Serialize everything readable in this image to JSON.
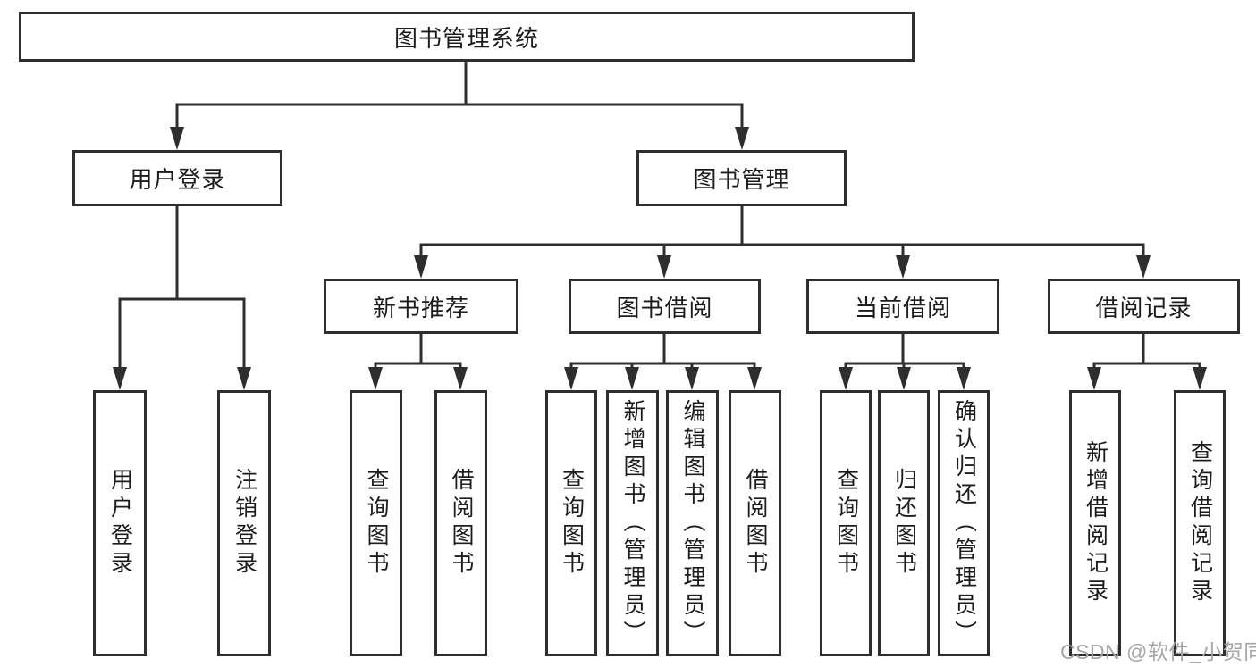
{
  "diagram_title": "图书管理系统",
  "nodes": {
    "root": "图书管理系统",
    "user_login": "用户登录",
    "book_mgmt": "图书管理",
    "new_book_rec": "新书推荐",
    "book_borrow": "图书借阅",
    "current_borrow": "当前借阅",
    "borrow_record": "借阅记录",
    "leaf_user_login": "用户登录",
    "leaf_logout": "注销登录",
    "leaf_nbr_query_books": "查询图书",
    "leaf_nbr_borrow_books": "借阅图书",
    "leaf_bb_query_books": "查询图书",
    "leaf_bb_add_books": "新增图书（管理员）",
    "leaf_bb_edit_books": "编辑图书（管理员）",
    "leaf_bb_borrow_books": "借阅图书",
    "leaf_cb_query_books": "查询图书",
    "leaf_cb_return_books": "归还图书",
    "leaf_cb_confirm_return": "确认归还（管理员）",
    "leaf_br_add_record": "新增借阅记录",
    "leaf_br_query_record": "查询借阅记录"
  },
  "watermark": "CSDN @软件_小贺同学",
  "colors": {
    "line": "#2e2e2e",
    "text": "#1c1c1c",
    "watermark": "#a5a5a5",
    "background": "#ffffff"
  }
}
